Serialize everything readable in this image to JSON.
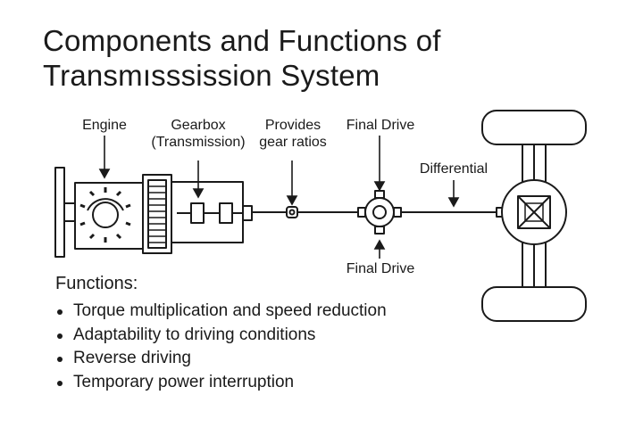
{
  "title": {
    "line1": "Components and Functions of",
    "line2": "Transmısssission System"
  },
  "labels": {
    "engine": "Engine",
    "gearbox_line1": "Gearbox",
    "gearbox_line2": "(Transmission)",
    "provides_line1": "Provides",
    "provides_line2": "gear ratios",
    "final_drive_top": "Final Drive",
    "differential": "Differential",
    "final_drive_bottom": "Final Drive"
  },
  "functions": {
    "heading": "Functions:",
    "items": [
      "Torque multiplication and speed reduction",
      "Adaptability to driving conditions",
      "Reverse driving",
      "Temporary power interruption"
    ]
  }
}
